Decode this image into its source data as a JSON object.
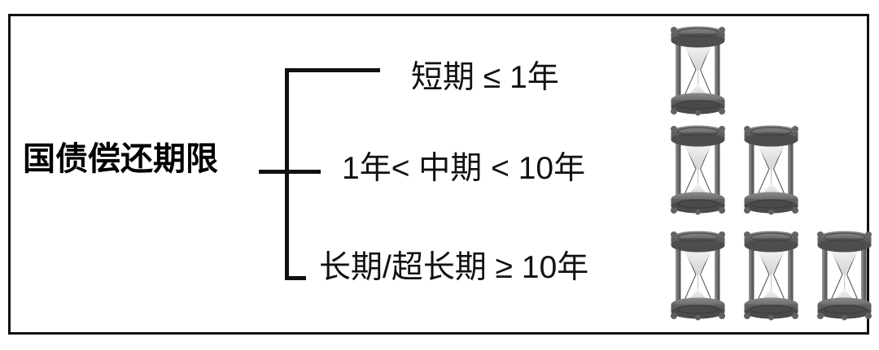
{
  "diagram": {
    "title": "国债偿还期限",
    "frame_color": "#111111",
    "branches": [
      {
        "id": "short-term",
        "label": "短期 ≤ 1年",
        "term": "短期",
        "operator": "≤",
        "value": "1年",
        "hourglass_count": 1
      },
      {
        "id": "medium-term",
        "label": "1年< 中期 < 10年",
        "term": "中期",
        "lower_bound": "1年",
        "upper_bound": "10年",
        "hourglass_count": 2
      },
      {
        "id": "long-term",
        "label": "长期/超长期 ≥ 10年",
        "term": "长期/超长期",
        "operator": "≥",
        "value": "10年",
        "hourglass_count": 3
      }
    ],
    "icon": {
      "name": "hourglass-icon",
      "frame_color": "#6e6e6e",
      "frame_dark": "#4a4a4a",
      "sand_color": "#e2e2e2",
      "glass_color": "#ffffff"
    }
  }
}
